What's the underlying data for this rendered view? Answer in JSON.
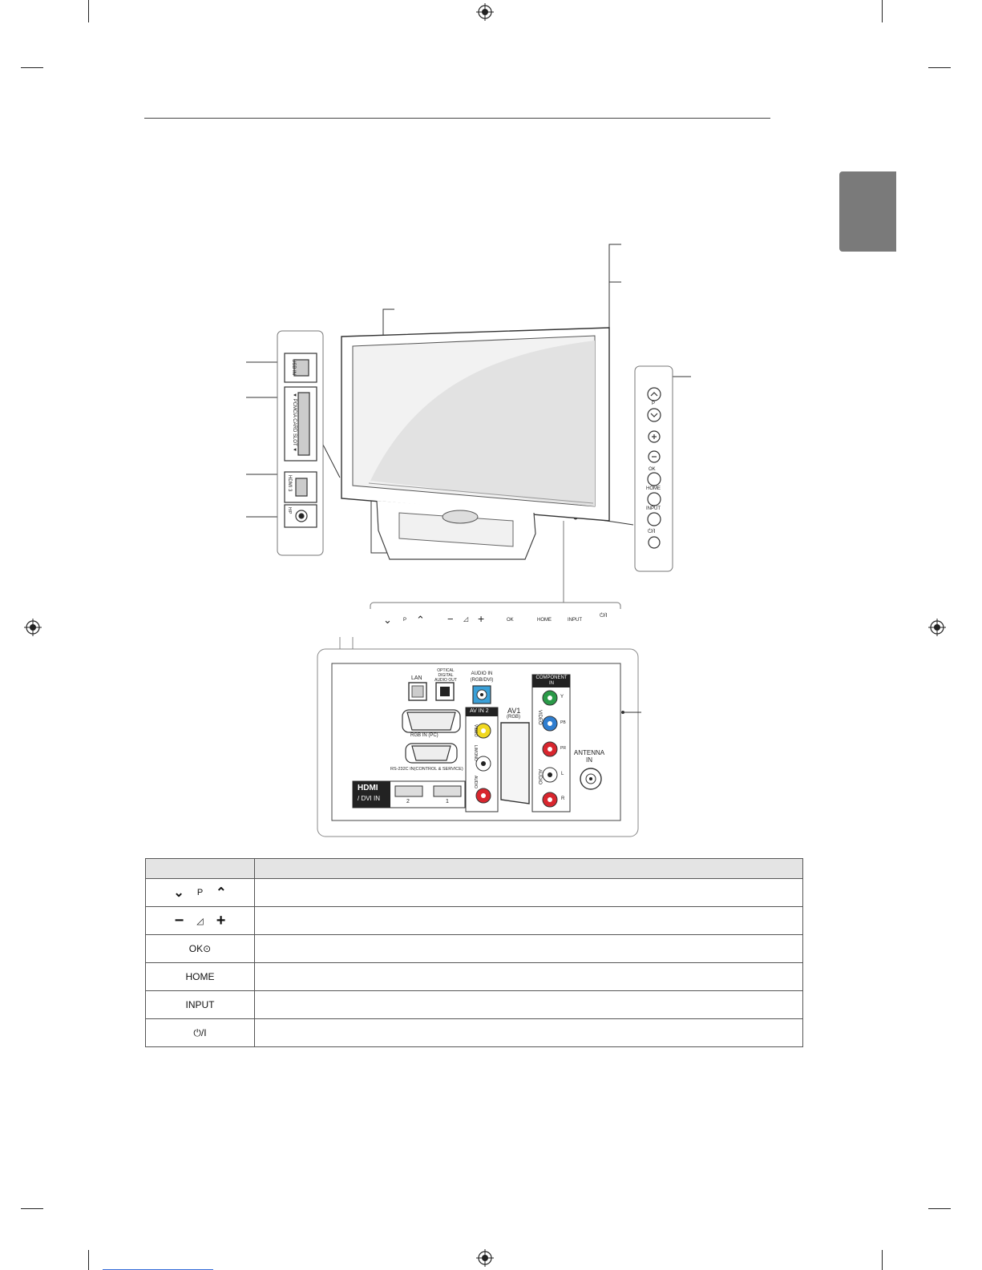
{
  "side_panel": {
    "usb_label": "USB IN",
    "pcmcia_label": "▼ PCMCIA CARD SLOT ▼",
    "hdmi_label": "HDMI 3",
    "headphone_label": "H/P"
  },
  "side_buttons": {
    "p_label": "P",
    "ok_label": "OK",
    "home_label": "HOME",
    "input_label": "INPUT",
    "power_label": "⏻/I"
  },
  "front_buttons": {
    "p_label": "P",
    "ok_label": "OK",
    "home_label": "HOME",
    "input_label": "INPUT",
    "power_label": "⏻/I"
  },
  "rear_panel": {
    "lan": "LAN",
    "optical": "OPTICAL DIGITAL AUDIO OUT",
    "audio_in": "AUDIO IN (RGB/DVI)",
    "av_in_2": "AV IN 2",
    "rgb_in": "RGB IN (PC)",
    "rs232c": "RS-232C IN(CONTROL & SERVICE)",
    "hdmi_dvi": "/ DVI IN",
    "hdmi_logo": "HDMI",
    "hdmi_2": "2",
    "hdmi_1": "1",
    "av1": "AV1",
    "av1_sub": "(RGB)",
    "component_in": "COMPONENT IN",
    "video_vert": "VIDEO",
    "audio_vert": "AUDIO",
    "mono_vert": "L/MONO",
    "video_left": "VIDEO",
    "audio_left": "AUDIO",
    "y": "Y",
    "pb": "PB",
    "pr": "PR",
    "l": "L",
    "r": "R",
    "antenna": "ANTENNA IN"
  },
  "table": {
    "rows": [
      {
        "key": "P"
      },
      {
        "key": "◿"
      },
      {
        "key": "OK⊙"
      },
      {
        "key": "HOME"
      },
      {
        "key": "INPUT"
      },
      {
        "key": "⏻/I"
      }
    ]
  }
}
